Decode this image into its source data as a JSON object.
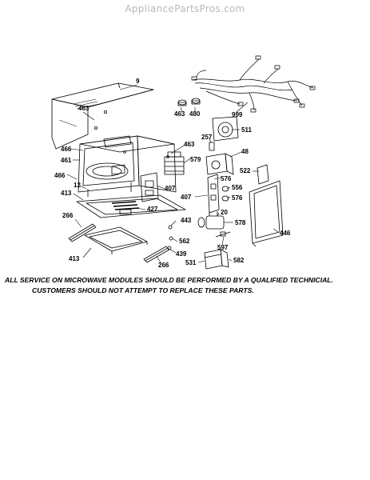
{
  "watermark": "AppliancePartsPros.com",
  "notice": {
    "line1": "ALL SERVICE ON MICROWAVE MODULES SHOULD BE PERFORMED BY A QUALIFIED TECHNICIAL.",
    "line2": "CUSTOMERS SHOULD NOT ATTEMPT TO REPLACE THESE PARTS."
  },
  "part_labels": {
    "p9": "9",
    "p463a": "463",
    "p466a": "466",
    "p461": "461",
    "p466b": "466",
    "p12": "12",
    "p413a": "413",
    "p266a": "266",
    "p413b": "413",
    "p266b": "266",
    "p463b": "463",
    "p480": "480",
    "p999": "999",
    "p511": "511",
    "p257": "257",
    "p463c": "463",
    "p579": "579",
    "p48": "48",
    "p522": "522",
    "p576a": "576",
    "p407a": "407",
    "p407b": "407",
    "p556": "556",
    "p576b": "576",
    "p427": "427",
    "p443": "443",
    "p20": "20",
    "p578": "578",
    "p446": "446",
    "p562": "562",
    "p439": "439",
    "p597": "597",
    "p531": "531",
    "p582": "582"
  }
}
